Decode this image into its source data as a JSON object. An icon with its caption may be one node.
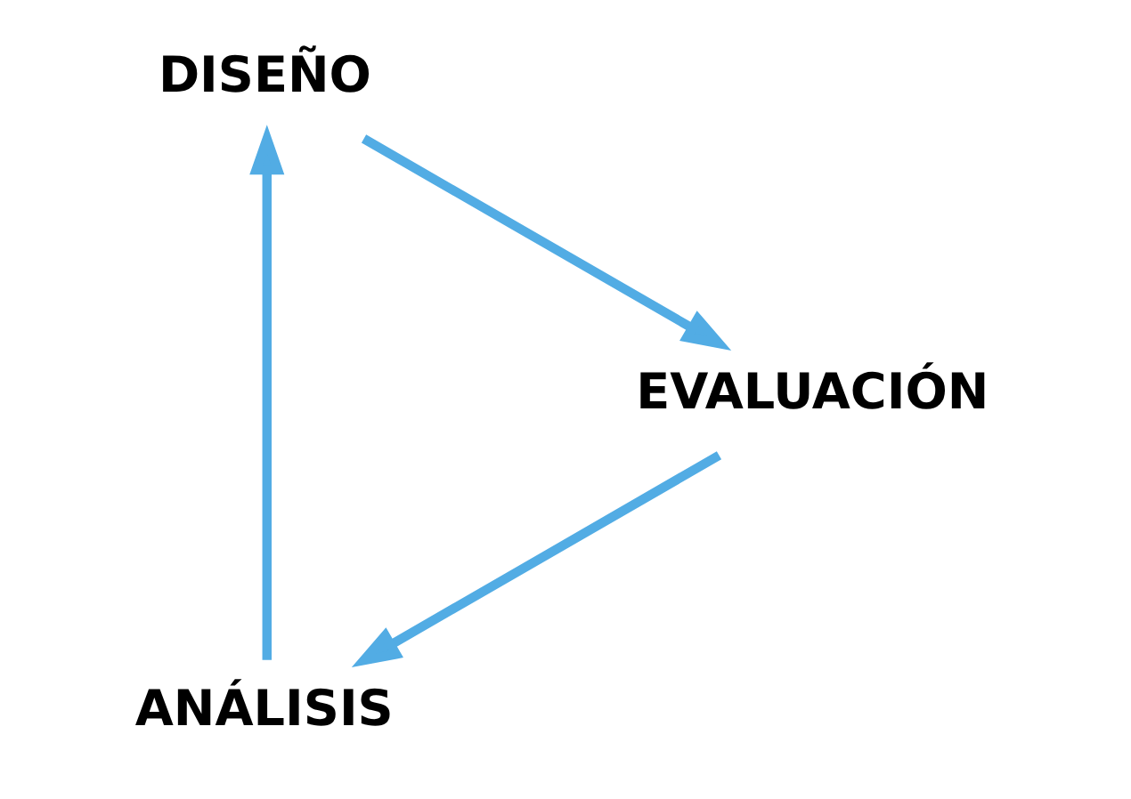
{
  "diagram": {
    "nodes": [
      {
        "text": [
          "ANÁLISIS"
        ]
      },
      {
        "text": [
          "DISEÑO"
        ]
      },
      {
        "text": [
          "EVALUACIÓN"
        ]
      }
    ],
    "edges": [
      {
        "from": 2,
        "to": 0,
        "arrow": "to"
      },
      {
        "from": 0,
        "to": 1,
        "arrow": "to"
      },
      {
        "from": 1,
        "to": 2,
        "arrow": "to"
      }
    ]
  }
}
